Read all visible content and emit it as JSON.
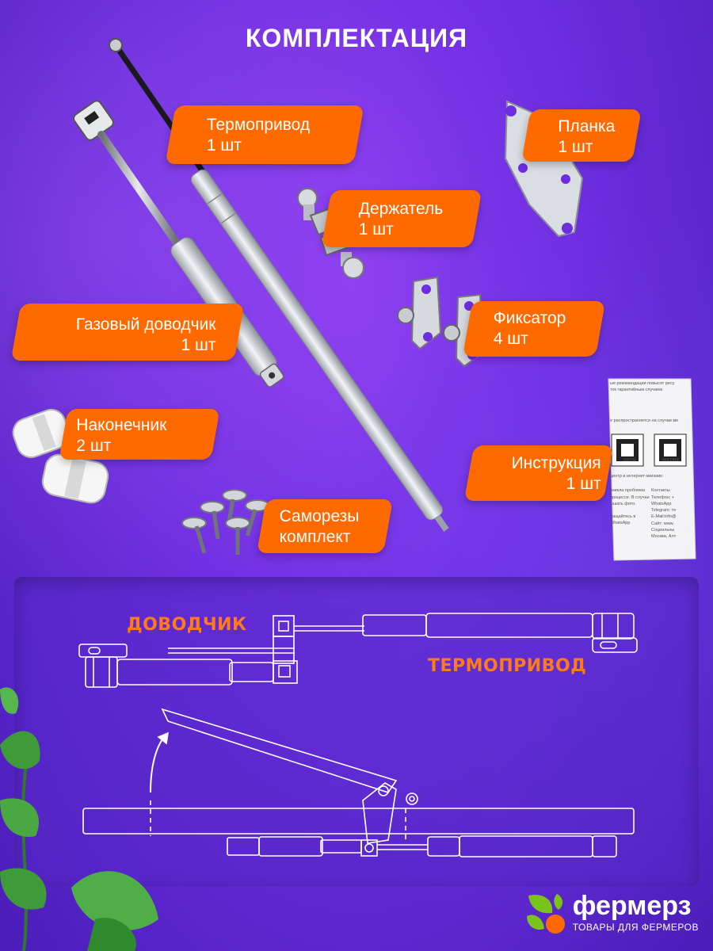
{
  "title": "КОМПЛЕКТАЦИЯ",
  "items": [
    {
      "name": "Термопривод",
      "qty": "1 шт"
    },
    {
      "name": "Планка",
      "qty": "1 шт"
    },
    {
      "name": "Держатель",
      "qty": "1 шт"
    },
    {
      "name": "Фиксатор",
      "qty": "4 шт"
    },
    {
      "name": "Газовый доводчик",
      "qty": "1 шт"
    },
    {
      "name": "Наконечник",
      "qty": "2 шт"
    },
    {
      "name": "Инструкция",
      "qty": "1 шт"
    },
    {
      "name": "Саморезы",
      "qty": "комплект"
    }
  ],
  "diagram": {
    "label_closer": "ДОВОДЧИК",
    "label_actuator": "ТЕРМОПРИВОД"
  },
  "instruction_sheet": {
    "line1": "ые рекомендации повысят ресу",
    "line2": "ток гарантийным случаем",
    "line3": "е распространяется на случаи ме",
    "qr1": "OZON",
    "qr2": "WILDBE",
    "line4": "центр и интернет-магазин",
    "line5": "Контакты",
    "line6": "Телефон: +",
    "line7": "WhatsApp",
    "line8": "Telegram: те",
    "line9": "E-Mail:info@",
    "line10": "Сайт: www.",
    "line11": "Социальны",
    "line12": "Москва, Алт",
    "line13": "зникла проблема",
    "line14": "процессе. В случае",
    "line15": "ышать фото.",
    "line16": "ращайтесь в WhatsApp"
  },
  "brand": {
    "name": "фермерз",
    "tagline": "ТОВАРЫ ДЛЯ ФЕРМЕРОВ",
    "colors": {
      "orange": "#ff6a00",
      "green": "#7ac21c",
      "purple": "#6d2ee0"
    }
  }
}
